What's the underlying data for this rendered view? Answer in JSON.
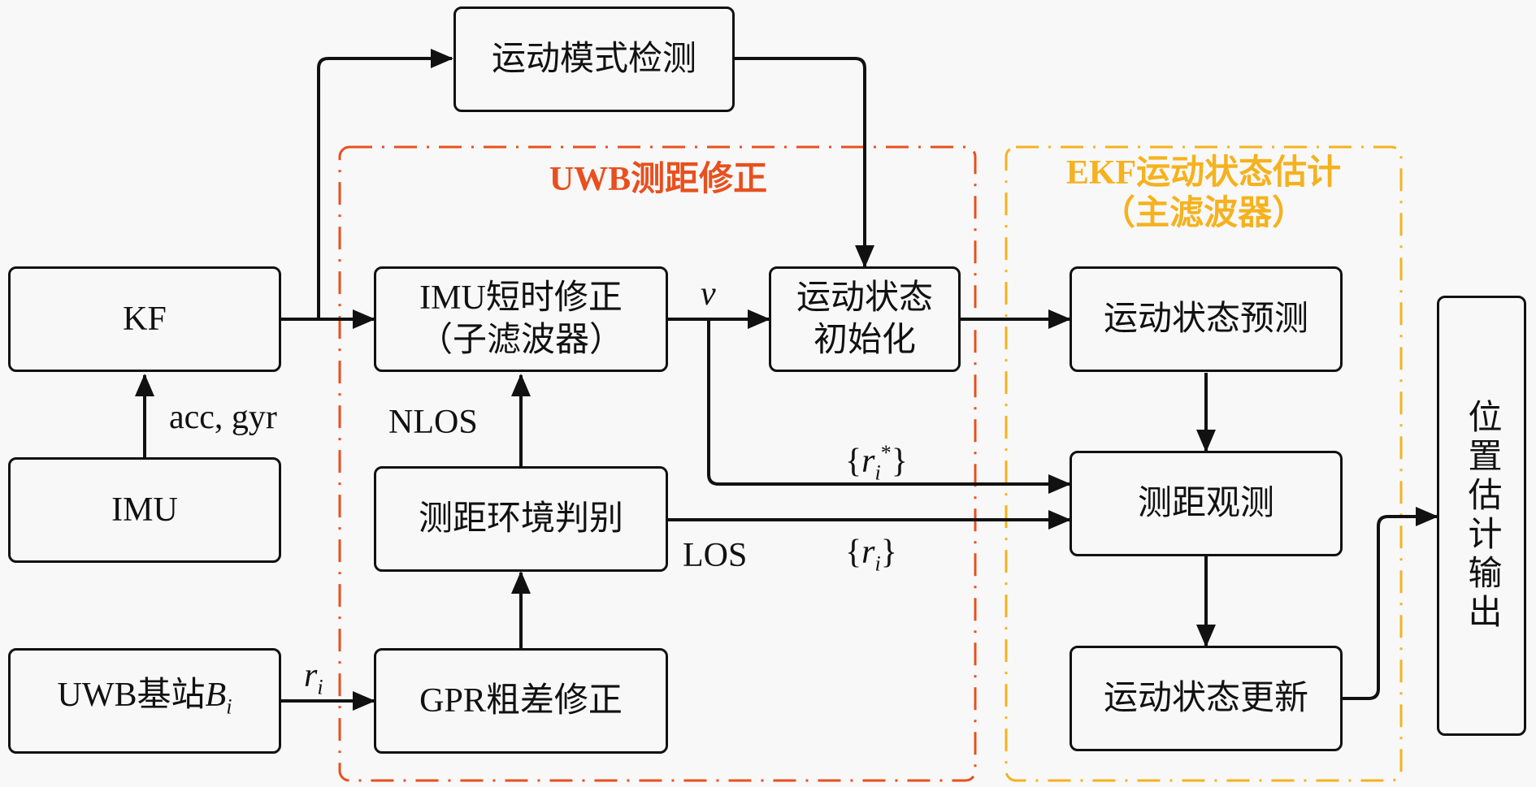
{
  "colors": {
    "uwb_group": "#E8501E",
    "ekf_group": "#F5B21E",
    "ink": "#111111",
    "background": "#F8F8F8"
  },
  "groups": {
    "uwb": {
      "title": "UWB测距修正"
    },
    "ekf": {
      "title_line1": "EKF运动状态估计",
      "title_line2": "（主滤波器）"
    }
  },
  "boxes": {
    "motion_mode": "运动模式检测",
    "kf": "KF",
    "imu": "IMU",
    "uwb_station": "UWB基站",
    "uwb_station_var": "B",
    "uwb_station_sub": "i",
    "imu_short_line1": "IMU短时修正",
    "imu_short_line2": "（子滤波器）",
    "range_env": "测距环境判别",
    "gpr": "GPR粗差修正",
    "state_init_line1": "运动状态",
    "state_init_line2": "初始化",
    "state_predict": "运动状态预测",
    "range_obs": "测距观测",
    "state_update": "运动状态更新",
    "position_output": "位置估计输出"
  },
  "edge_labels": {
    "acc_gyr": "acc, gyr",
    "nlos": "NLOS",
    "los": "LOS",
    "v": "v",
    "r": "r",
    "r_sub": "i",
    "r_star_open": "{",
    "r_star_close": "}",
    "star": "*"
  }
}
